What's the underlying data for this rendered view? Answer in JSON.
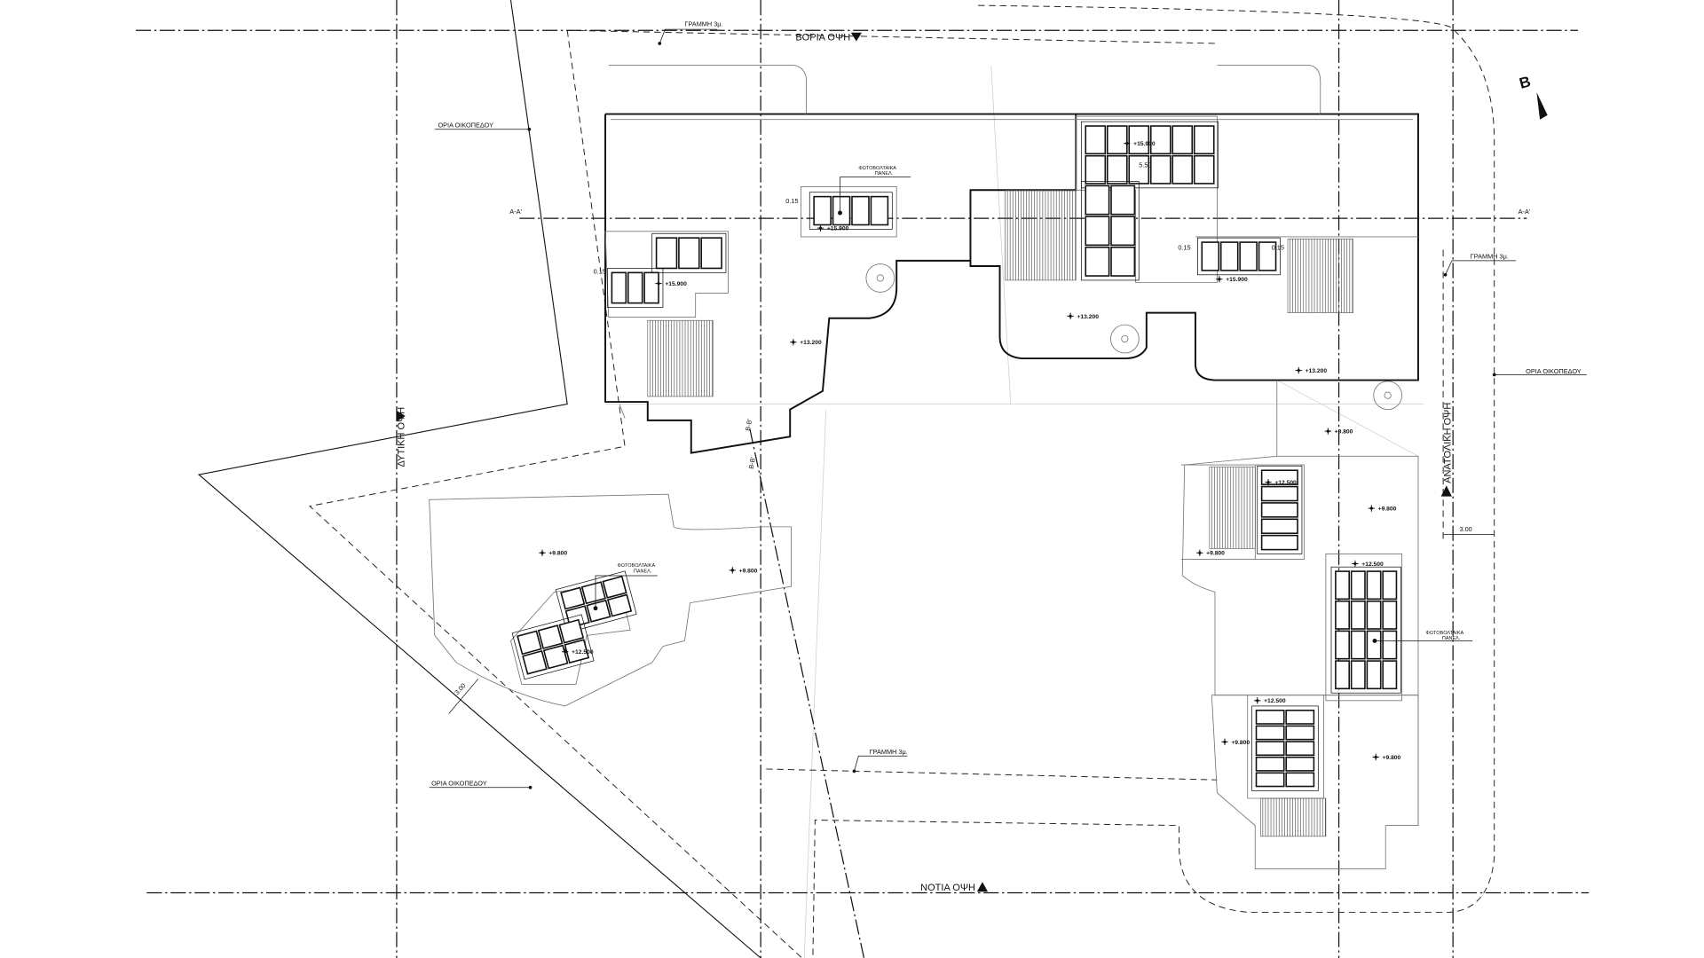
{
  "elevations": {
    "north": "ΒΟΡΙΑ ΟΨΗ",
    "south": "ΝΟΤΙΑ ΟΨΗ",
    "west": "ΔΥΤΙΚΗ ΟΨΗ",
    "east": "ΑΝΑΤΟΛΙΚΗ ΟΨΗ"
  },
  "north_arrow": "B",
  "sections": {
    "a_left": "A-A'",
    "a_right": "A-A'",
    "b_top": "B-B'",
    "b_bottom": "B-B'"
  },
  "setback_labels": [
    "ΓΡΑΜΜΗ 3μ.",
    "ΓΡΑΜΜΗ 3μ.",
    "ΓΡΑΜΜΗ 3μ."
  ],
  "plot_labels": [
    "ΟΡΙΑ ΟΙΚΟΠΕΔΟΥ",
    "ΟΡΙΑ ΟΙΚΟΠΕΔΟΥ",
    "ΟΡΙΑ ΟΙΚΟΠΕΔΟΥ"
  ],
  "pv_labels": [
    {
      "line1": "ΦΩΤΟΒΟΛΤΑΙΚΑ",
      "line2": "ΠΑΝΕΛ."
    },
    {
      "line1": "ΦΩΤΟΒΟΛΤΑΙΚΑ",
      "line2": "ΠΑΝΕΛ."
    },
    {
      "line1": "ΦΩΤΟΒΟΛΤΑΙΚΑ",
      "line2": "ΠΑΝΕΛ."
    }
  ],
  "dimensions": {
    "setback_east": "3.00",
    "setback_west": "3.00",
    "d1": "0.15",
    "d2": "0.15",
    "d3": "5.50",
    "d4": "0.15",
    "d5": "0.15"
  },
  "levels": {
    "l15_1": "+15.900",
    "l15_2": "+15.900",
    "l15_3": "+15.900",
    "l15_4": "+15.900",
    "l13_1": "+13.200",
    "l13_2": "+13.200",
    "l13_3": "+13.200",
    "l12_1": "+12.500",
    "l12_2": "+12.500",
    "l12_3": "+12.500",
    "l12_4": "+12.500",
    "l9_1": "+9.800",
    "l9_2": "+9.800",
    "l9_3": "+9.800",
    "l9_4": "+9.800",
    "l9_5": "+9.800",
    "l9_6": "+9.800",
    "l9_7": "+9.800"
  }
}
